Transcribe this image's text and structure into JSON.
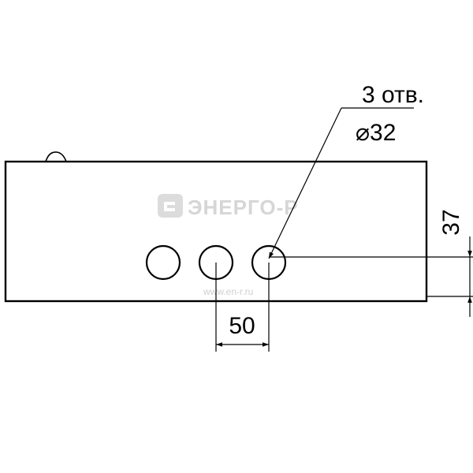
{
  "callout": {
    "count_label": "3 отв.",
    "diameter_label": "⌀32"
  },
  "dimensions": {
    "hole_spacing": "50",
    "hole_offset_from_edge": "37"
  },
  "watermark": {
    "brand": "ЭНЕРГО-Р",
    "url": "www.en-r.ru"
  },
  "colors": {
    "line": "#000000",
    "watermark": "#d6d6d6",
    "background": "#ffffff"
  }
}
